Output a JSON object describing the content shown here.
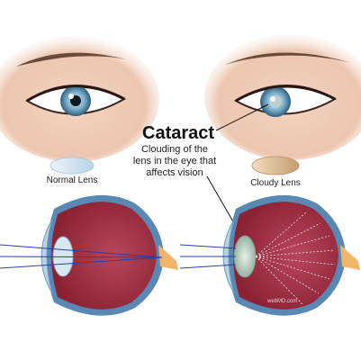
{
  "labels": {
    "title": "Cataract",
    "description": "Clouding of the lens in the eye that affects vision",
    "normal_lens": "Normal Lens",
    "cloudy_lens": "Cloudy Lens",
    "credit": "webMD.com"
  },
  "colors": {
    "skin": "#eec9b4",
    "iris": "#7fb3cf",
    "eyeball": "#9e2f3f",
    "sclera_ring": "#5a88b4",
    "cloudy_lens": "#c9a882",
    "normal_lens": "#d7e7f2",
    "optic_nerve": "#f1b56a"
  }
}
